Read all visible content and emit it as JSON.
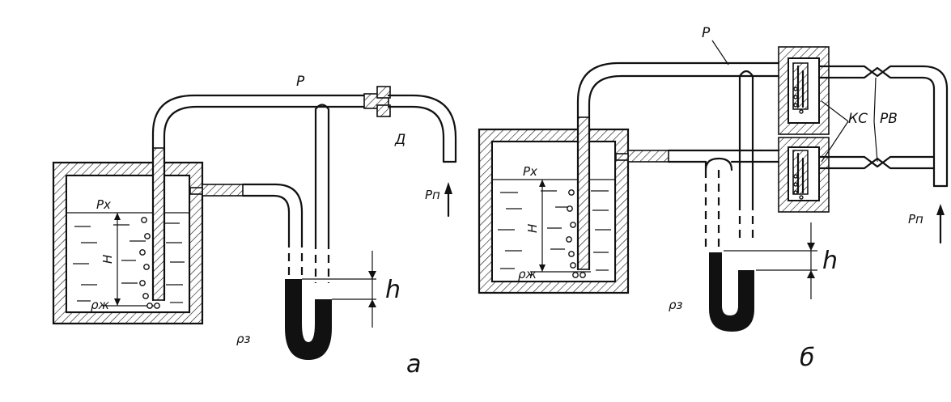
{
  "figure_a": {
    "label_pipe": "Р",
    "label_throttle": "Д",
    "label_pressure_x": "Рх",
    "label_height": "Н",
    "label_density_liquid": "ρж",
    "label_density_manometer": "ρз",
    "label_diff": "h",
    "label_feed": "Рп",
    "label_sub": "а"
  },
  "figure_b": {
    "label_pipe": "Р",
    "label_chambers": "КС",
    "label_regulators": "РВ",
    "label_pressure_x": "Рх",
    "label_height": "Н",
    "label_density_liquid": "ρж",
    "label_density_manometer": "ρз",
    "label_diff": "h",
    "label_feed": "Рп",
    "label_sub": "б"
  }
}
